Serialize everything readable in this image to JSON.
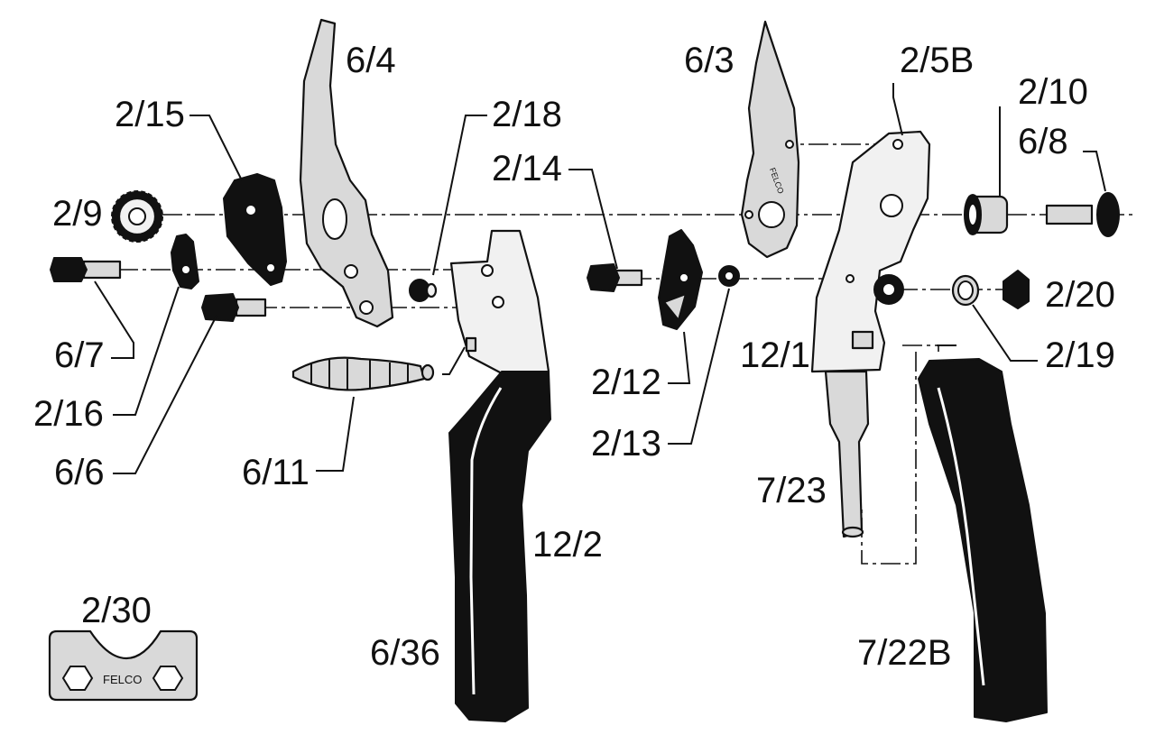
{
  "labels": {
    "p6_4": "6/4",
    "p2_15": "2/15",
    "p2_18": "2/18",
    "p2_14": "2/14",
    "p2_9": "2/9",
    "p6_3": "6/3",
    "p2_5b": "2/5B",
    "p2_10": "2/10",
    "p6_8": "6/8",
    "p2_20": "2/20",
    "p2_19": "2/19",
    "p12_1": "12/1",
    "p6_7": "6/7",
    "p2_16": "2/16",
    "p6_6": "6/6",
    "p6_11": "6/11",
    "p2_12": "2/12",
    "p2_13": "2/13",
    "p12_2": "12/2",
    "p7_23": "7/23",
    "p2_30": "2/30",
    "p6_36": "6/36",
    "p7_22b": "7/22B"
  },
  "stamps": {
    "wrench_logo": "FELCO",
    "blade_logo": "FELCO"
  }
}
